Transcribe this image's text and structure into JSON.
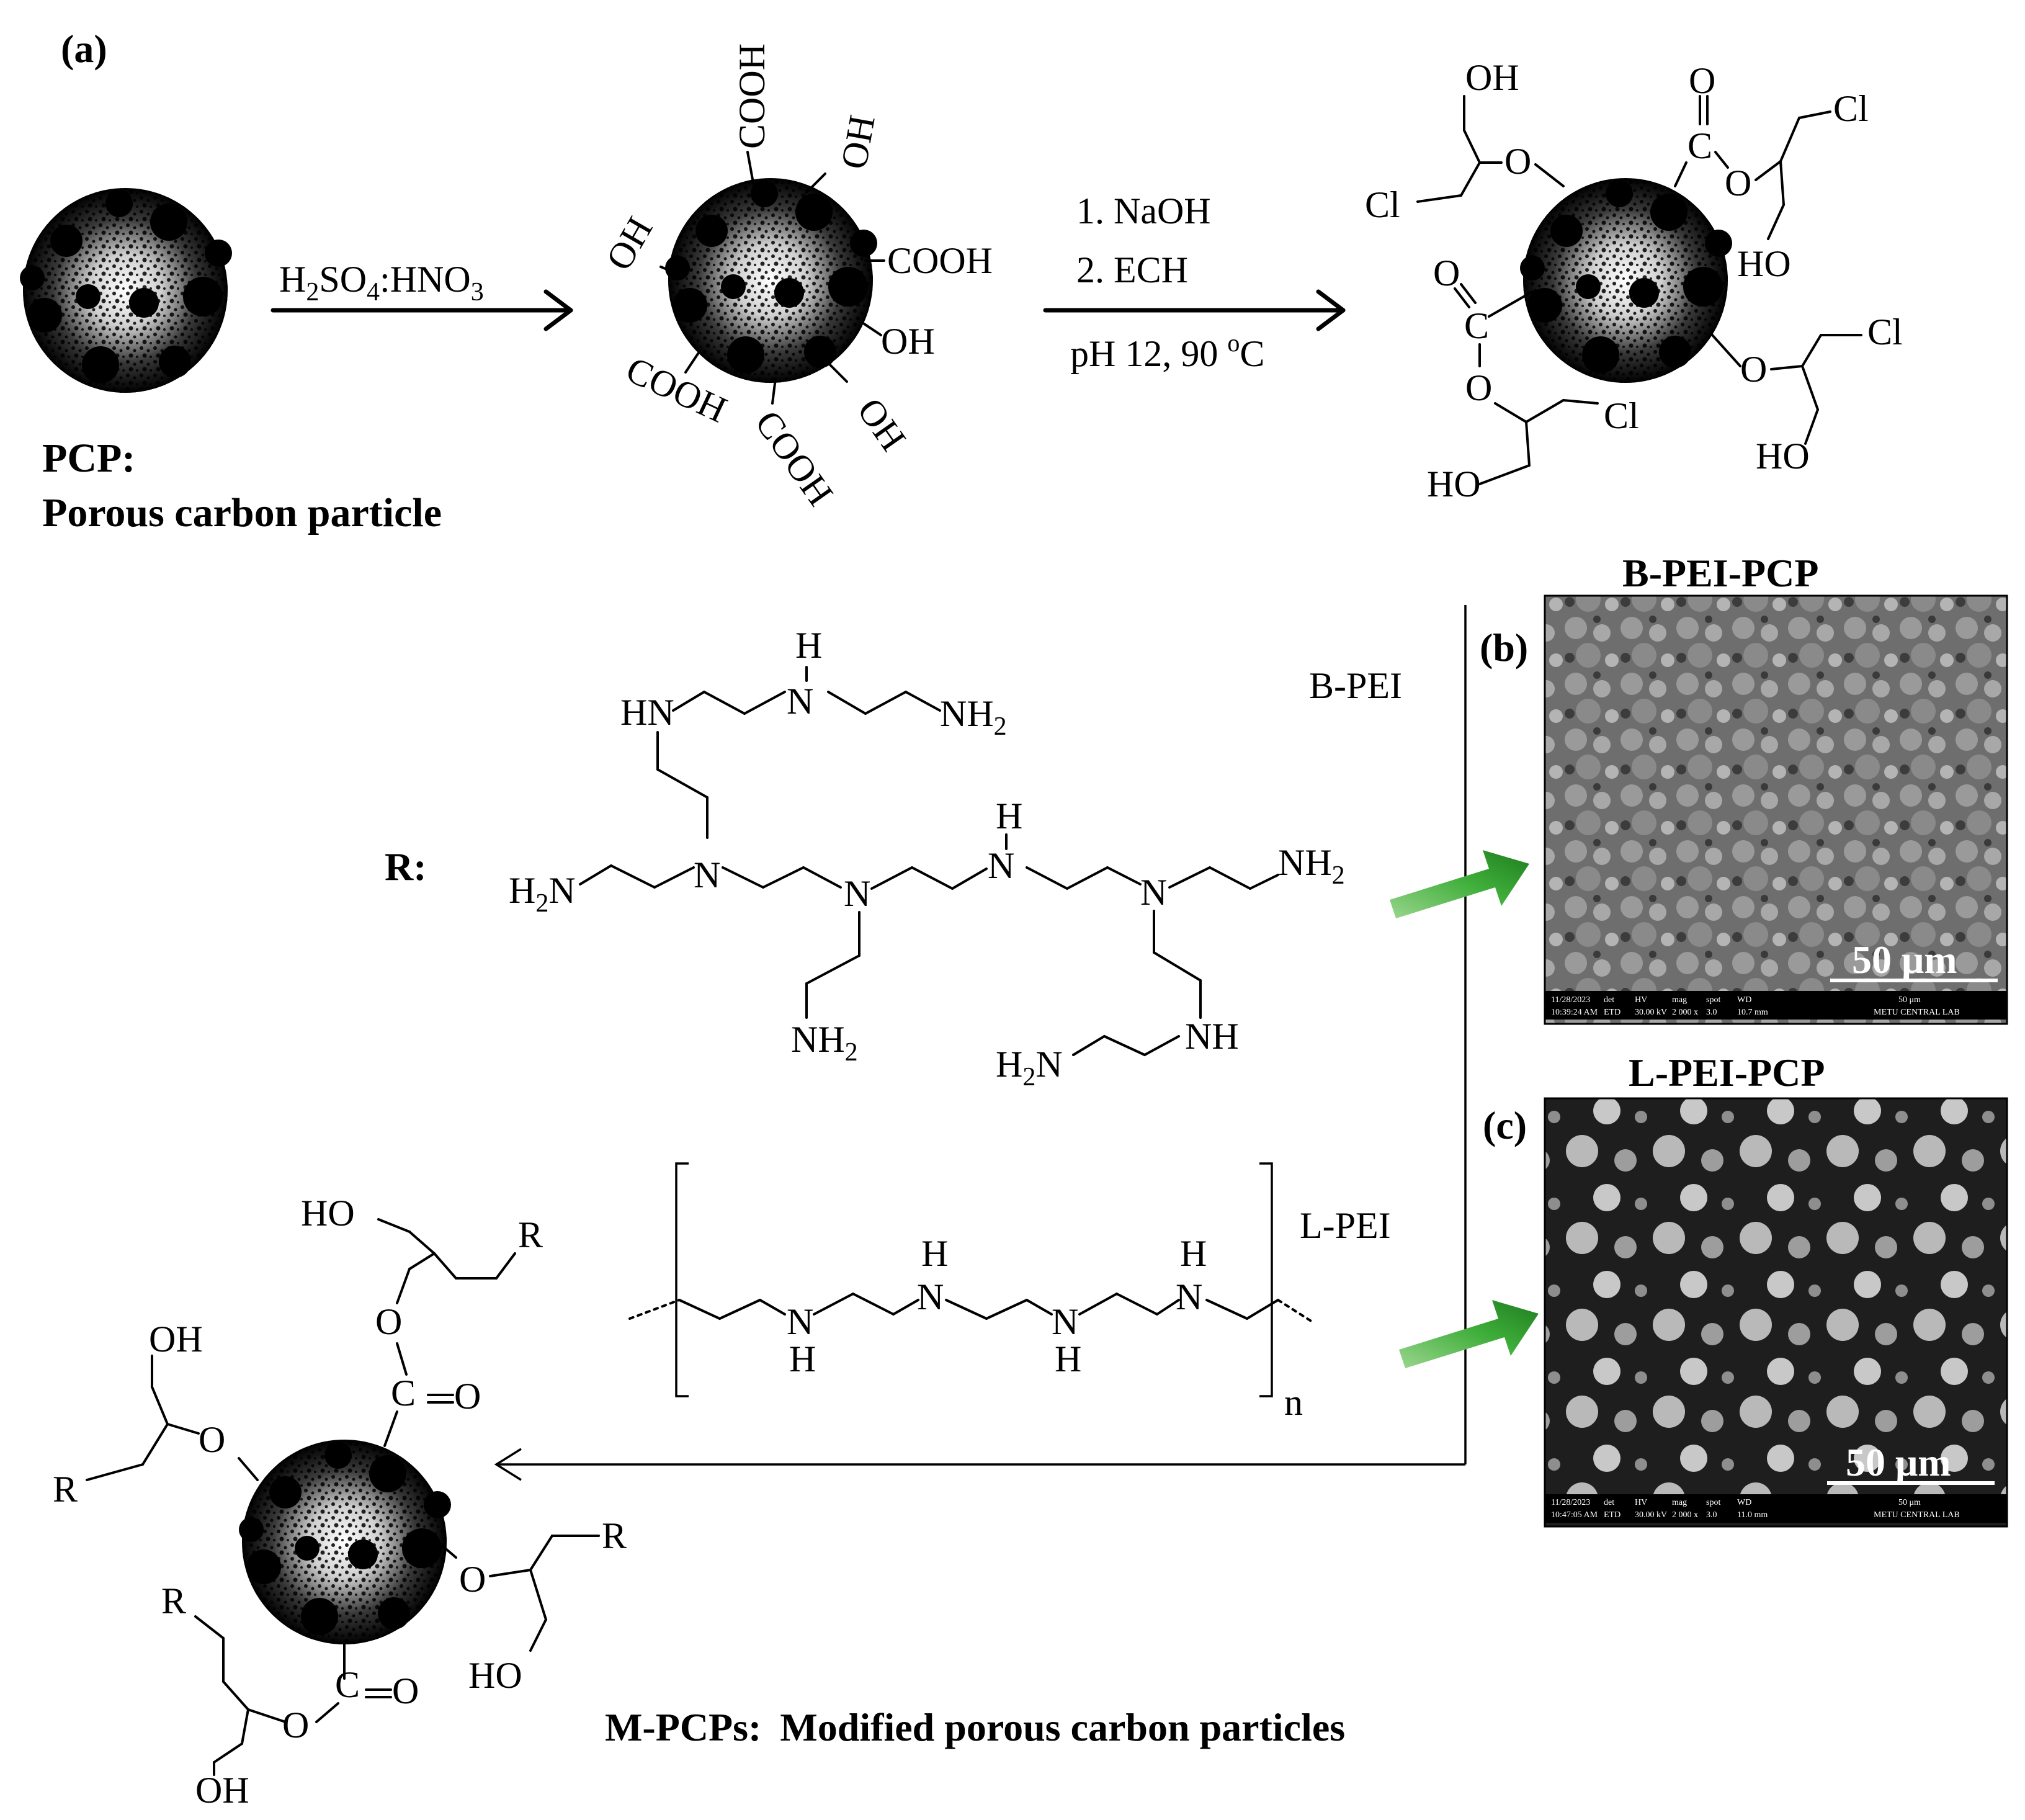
{
  "panel_labels": {
    "a": "(a)",
    "b": "(b)",
    "c": "(c)"
  },
  "pcp": {
    "abbr": "PCP",
    "colon": ":",
    "name": "Porous carbon particle"
  },
  "step1": {
    "reagent_1": "H",
    "sub_1": "2",
    "reagent_2": "SO",
    "sub_2": "4",
    "reagent_3": ":HNO",
    "sub_3": "3"
  },
  "step2": {
    "line1": "1. NaOH",
    "line2": "2. ECH",
    "line3_pre": "pH 12, 90 ",
    "line3_sup": "o",
    "line3_post": "C"
  },
  "groups": {
    "oh": "OH",
    "ho": "HO",
    "cooh": "COOH",
    "cl": "Cl",
    "o": "O",
    "c": "C",
    "r": "R",
    "n": "N",
    "h": "H",
    "hn": "HN",
    "nh": "NH",
    "nh2": "NH",
    "h2n": "H",
    "n_after": "N",
    "two": "2",
    "repeat": "n"
  },
  "r_label": "R:",
  "polymers": {
    "branched": "B-PEI",
    "linear": "L-PEI"
  },
  "sem": {
    "b": {
      "title": "B-PEI-PCP",
      "scale": "50 μm",
      "footer": [
        "11/28/2023",
        "det",
        "HV",
        "mag",
        "spot",
        "WD",
        "10:39:24 AM",
        "ETD",
        "30.00 kV",
        "2 000 x",
        "3.0",
        "10.7 mm",
        "50 μm",
        "METU CENTRAL LAB"
      ]
    },
    "c": {
      "title": "L-PEI-PCP",
      "scale": "50 μm",
      "footer": [
        "11/28/2023",
        "det",
        "HV",
        "mag",
        "spot",
        "WD",
        "10:47:05 AM",
        "ETD",
        "30.00 kV",
        "2 000 x",
        "3.0",
        "11.0 mm",
        "50 μm",
        "METU CENTRAL LAB"
      ]
    }
  },
  "mpcp": {
    "abbr": "M-PCPs:",
    "name": "Modified porous carbon particles"
  },
  "colors": {
    "arrow_green": "#3fae3a",
    "sem_b": "#6a6a6a",
    "sem_c": "#1c1c1c"
  }
}
